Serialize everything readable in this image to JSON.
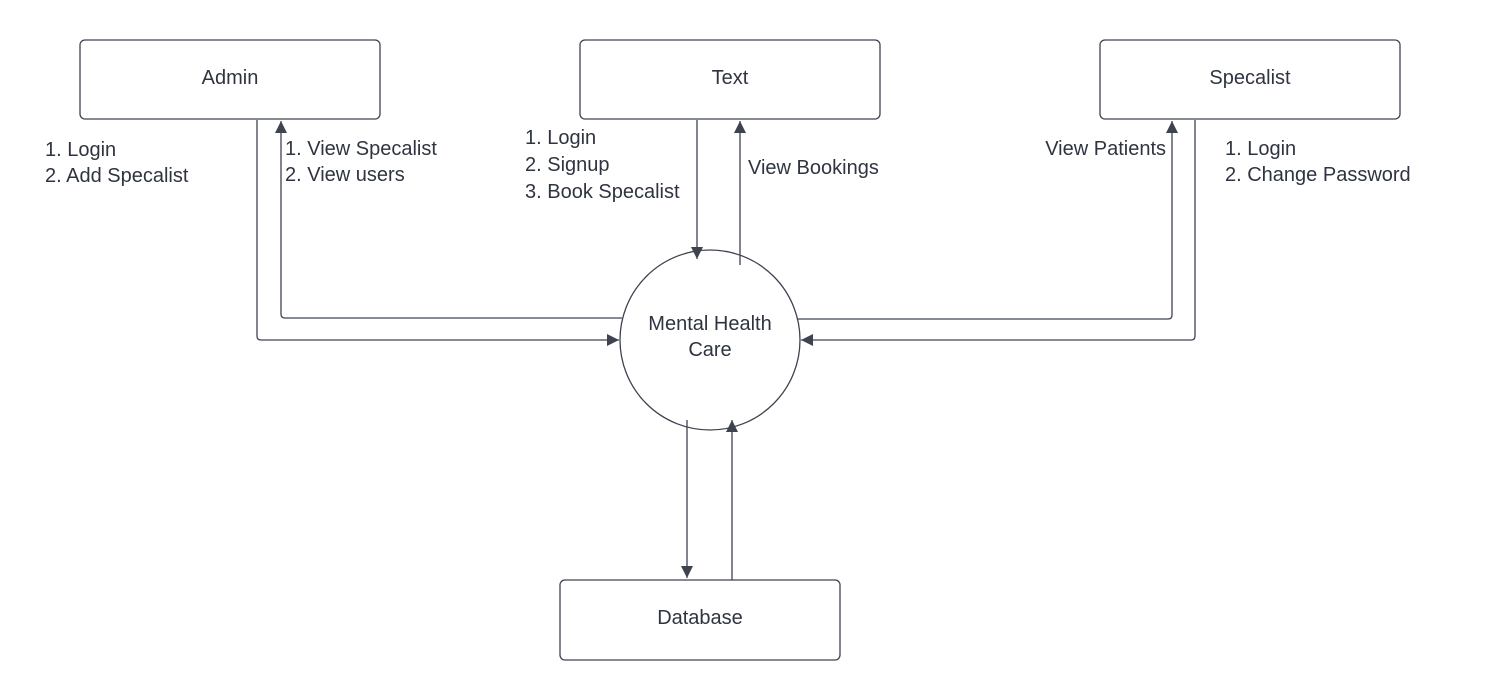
{
  "diagram": {
    "nodes": {
      "admin": "Admin",
      "text": "Text",
      "specalist": "Specalist",
      "process_line1": "Mental Health",
      "process_line2": "Care",
      "database": "Database"
    },
    "flows": {
      "admin_to_system": [
        "1. Login",
        "2. Add Specalist"
      ],
      "system_to_admin": [
        "1. View Specalist",
        "2. View users"
      ],
      "text_to_system": [
        "1. Login",
        "2. Signup",
        "3. Book Specalist"
      ],
      "system_to_text": [
        "View Bookings"
      ],
      "system_to_specalist": [
        "View Patients"
      ],
      "specalist_to_system": [
        "1. Login",
        "2. Change Password"
      ]
    },
    "colors": {
      "stroke": "#3f4350",
      "text": "#2f3441",
      "background": "#ffffff"
    }
  }
}
